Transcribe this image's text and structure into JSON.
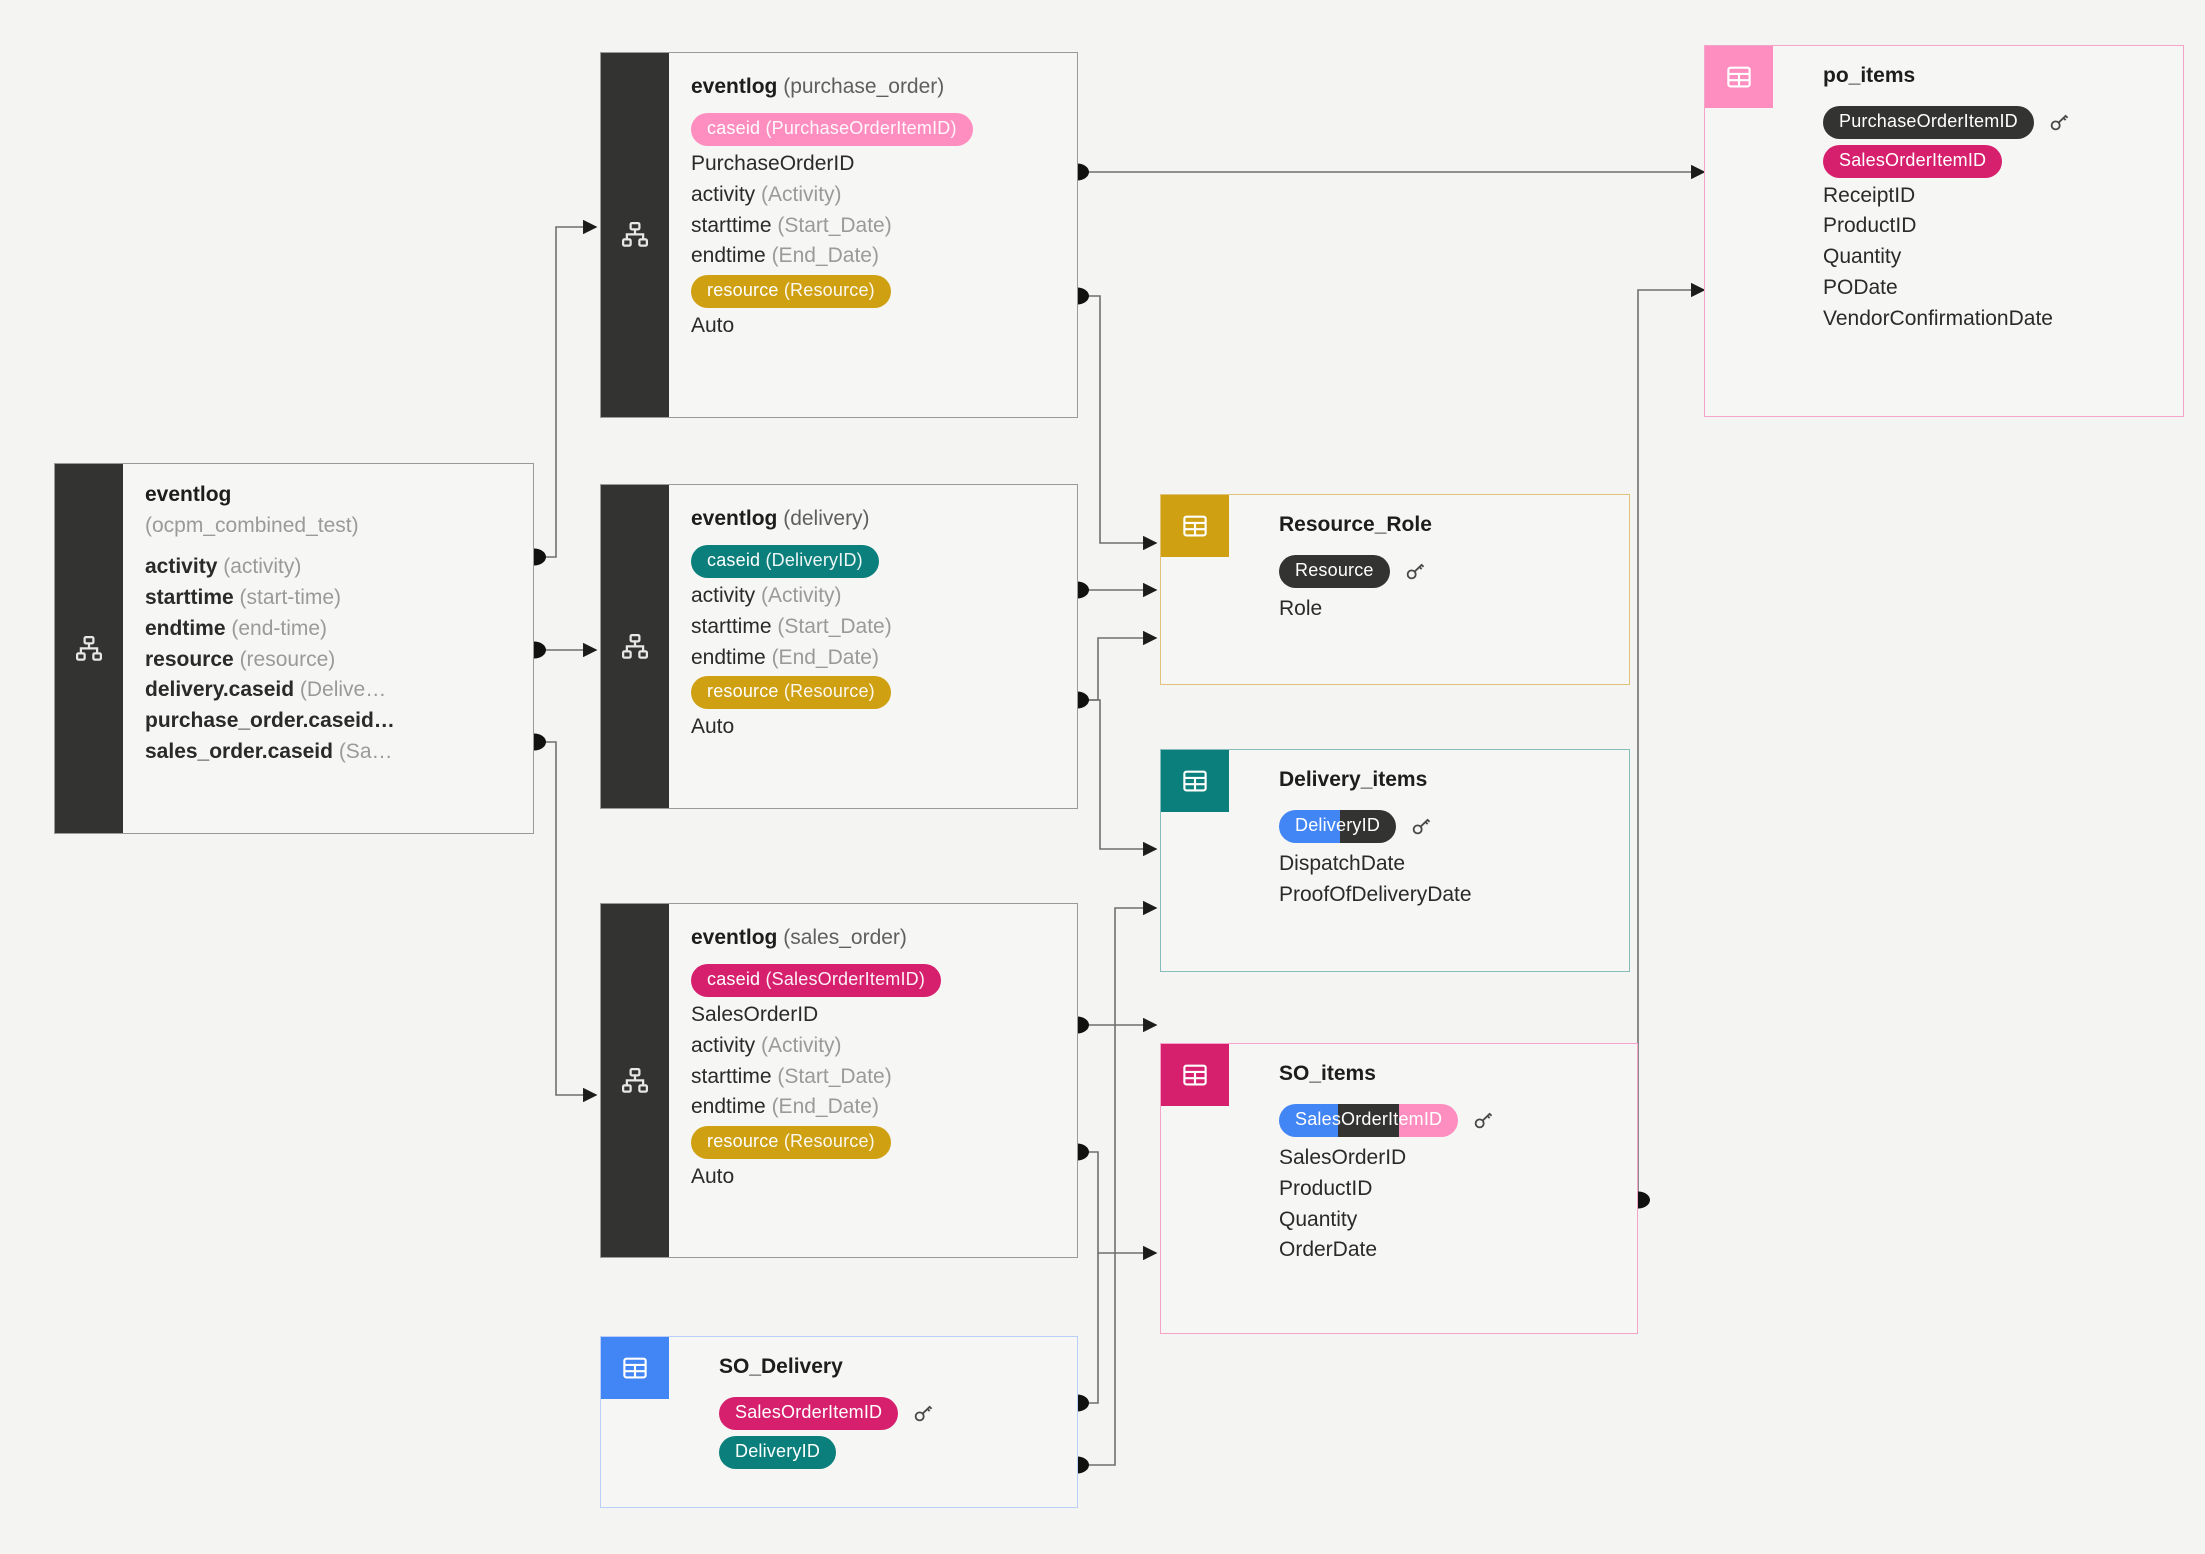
{
  "canvas": {
    "background": "#f4f4f2"
  },
  "palette": {
    "dark": "#333332",
    "pink_light": "#ff8ec0",
    "pink_hot": "#d6206e",
    "gold": "#cfa011",
    "teal": "#0b7f7b",
    "blue": "#4285f4",
    "pink_border": "#f5a3c6",
    "gold_border": "#e0c278",
    "teal_border": "#86bdbb",
    "blue_border": "#b9cffa",
    "edge": "#6f6f6d"
  },
  "nodes": {
    "source_eventlog": {
      "kind": "eventlog",
      "icon": "hierarchy-icon",
      "title": "eventlog",
      "subtitle": "(ocpm_combined_test)",
      "title_stacked": true,
      "fields": [
        {
          "name": "activity",
          "type": "(activity)",
          "style": "plain"
        },
        {
          "name": "starttime",
          "type": "(start-time)",
          "style": "plain"
        },
        {
          "name": "endtime",
          "type": "(end-time)",
          "style": "plain"
        },
        {
          "name": "resource",
          "type": "(resource)",
          "style": "plain"
        },
        {
          "name": "delivery.caseid",
          "type": "(Delive…",
          "style": "plain"
        },
        {
          "name": "purchase_order.caseid…",
          "type": "",
          "style": "plain"
        },
        {
          "name": "sales_order.caseid",
          "type": "(Sa…",
          "style": "plain"
        }
      ]
    },
    "eventlog_purchase_order": {
      "kind": "eventlog",
      "icon": "hierarchy-icon",
      "title": "eventlog",
      "subtitle": "(purchase_order)",
      "fields": [
        {
          "name": "caseid",
          "type": "(PurchaseOrderItemID)",
          "style": "pill",
          "color": "#ff8ec0"
        },
        {
          "name": "PurchaseOrderID",
          "type": "",
          "style": "plain"
        },
        {
          "name": "activity",
          "type": "(Activity)",
          "style": "plain"
        },
        {
          "name": "starttime",
          "type": "(Start_Date)",
          "style": "plain"
        },
        {
          "name": "endtime",
          "type": "(End_Date)",
          "style": "plain"
        },
        {
          "name": "resource",
          "type": "(Resource)",
          "style": "pill",
          "color": "#cfa011"
        },
        {
          "name": "Auto",
          "type": "",
          "style": "plain"
        }
      ]
    },
    "eventlog_delivery": {
      "kind": "eventlog",
      "icon": "hierarchy-icon",
      "title": "eventlog",
      "subtitle": "(delivery)",
      "fields": [
        {
          "name": "caseid",
          "type": "(DeliveryID)",
          "style": "pill",
          "color": "#0b7f7b"
        },
        {
          "name": "activity",
          "type": "(Activity)",
          "style": "plain"
        },
        {
          "name": "starttime",
          "type": "(Start_Date)",
          "style": "plain"
        },
        {
          "name": "endtime",
          "type": "(End_Date)",
          "style": "plain"
        },
        {
          "name": "resource",
          "type": "(Resource)",
          "style": "pill",
          "color": "#cfa011"
        },
        {
          "name": "Auto",
          "type": "",
          "style": "plain"
        }
      ]
    },
    "eventlog_sales_order": {
      "kind": "eventlog",
      "icon": "hierarchy-icon",
      "title": "eventlog",
      "subtitle": "(sales_order)",
      "fields": [
        {
          "name": "caseid",
          "type": "(SalesOrderItemID)",
          "style": "pill",
          "color": "#d6206e"
        },
        {
          "name": "SalesOrderID",
          "type": "",
          "style": "plain"
        },
        {
          "name": "activity",
          "type": "(Activity)",
          "style": "plain"
        },
        {
          "name": "starttime",
          "type": "(Start_Date)",
          "style": "plain"
        },
        {
          "name": "endtime",
          "type": "(End_Date)",
          "style": "plain"
        },
        {
          "name": "resource",
          "type": "(Resource)",
          "style": "pill",
          "color": "#cfa011"
        },
        {
          "name": "Auto",
          "type": "",
          "style": "plain"
        }
      ]
    },
    "po_items": {
      "kind": "table",
      "icon": "table-icon",
      "title": "po_items",
      "accent": "#ff8ec0",
      "border": "#f5a3c6",
      "key_field": {
        "label": "PurchaseOrderItemID",
        "segments": [
          "#333332"
        ],
        "has_key": true
      },
      "pill_fields": [
        {
          "label": "SalesOrderItemID",
          "color": "#d6206e"
        }
      ],
      "fields": [
        "ReceiptID",
        "ProductID",
        "Quantity",
        "PODate",
        "VendorConfirmationDate"
      ]
    },
    "resource_role": {
      "kind": "table",
      "icon": "table-icon",
      "title": "Resource_Role",
      "accent": "#cfa011",
      "border": "#e0c278",
      "key_field": {
        "label": "Resource",
        "segments": [
          "#333332"
        ],
        "has_key": true
      },
      "pill_fields": [],
      "fields": [
        "Role"
      ]
    },
    "delivery_items": {
      "kind": "table",
      "icon": "table-icon",
      "title": "Delivery_items",
      "accent": "#0b7f7b",
      "border": "#86bdbb",
      "key_field": {
        "label": "DeliveryID",
        "segments": [
          "#4285f4",
          "#333332"
        ],
        "has_key": true
      },
      "pill_fields": [],
      "fields": [
        "DispatchDate",
        "ProofOfDeliveryDate"
      ]
    },
    "so_items": {
      "kind": "table",
      "icon": "table-icon",
      "title": "SO_items",
      "accent": "#d6206e",
      "border": "#f5a3c6",
      "key_field": {
        "label": "SalesOrderItemID",
        "segments": [
          "#4285f4",
          "#333332",
          "#ff8ec0"
        ],
        "has_key": true
      },
      "pill_fields": [],
      "fields": [
        "SalesOrderID",
        "ProductID",
        "Quantity",
        "OrderDate"
      ]
    },
    "so_delivery": {
      "kind": "table",
      "icon": "table-icon",
      "title": "SO_Delivery",
      "accent": "#4285f4",
      "border": "#b9cffa",
      "key_field": {
        "label": "SalesOrderItemID",
        "segments": [
          "#d6206e"
        ],
        "has_key": true
      },
      "pill_fields": [
        {
          "label": "DeliveryID",
          "color": "#0b7f7b"
        }
      ],
      "fields": []
    }
  }
}
